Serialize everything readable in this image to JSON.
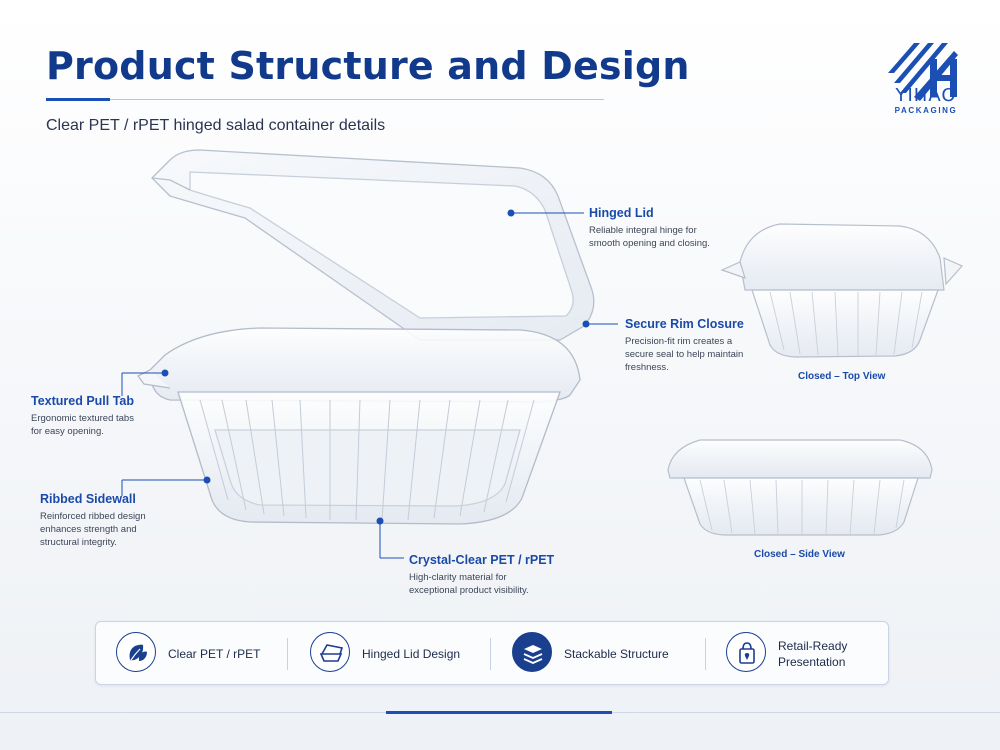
{
  "header": {
    "title": "Product Structure and Design",
    "subtitle": "Clear PET / rPET hinged salad container details"
  },
  "brand": {
    "name": "YIHAO",
    "tagline": "PACKAGING",
    "color": "#1b4fb4"
  },
  "callouts": [
    {
      "id": "hinged-lid",
      "title": "Hinged Lid",
      "desc": "Reliable integral hinge for smooth opening and closing."
    },
    {
      "id": "secure-rim",
      "title": "Secure Rim Closure",
      "desc": "Precision-fit rim creates a secure seal to help maintain freshness."
    },
    {
      "id": "pull-tab",
      "title": "Textured Pull Tab",
      "desc": "Ergonomic textured tabs for easy opening."
    },
    {
      "id": "ribbed-sidewall",
      "title": "Ribbed Sidewall",
      "desc": "Reinforced ribbed design enhances strength and structural integrity."
    },
    {
      "id": "crystal-clear",
      "title": "Crystal-Clear PET / rPET",
      "desc": "High-clarity material for exceptional product visibility."
    }
  ],
  "thumbnails": [
    {
      "caption": "Closed – Top View"
    },
    {
      "caption": "Closed – Side View"
    }
  ],
  "features": [
    {
      "label": "Clear PET / rPET",
      "icon": "leaf-icon"
    },
    {
      "label": "Hinged Lid Design",
      "icon": "open-box-icon"
    },
    {
      "label": "Stackable Structure",
      "icon": "layers-icon"
    },
    {
      "label_line1": "Retail-Ready",
      "label_line2": "Presentation",
      "icon": "shopping-bag-icon"
    }
  ],
  "colors": {
    "accent": "#1a4fb5",
    "navy": "#123a8c"
  }
}
